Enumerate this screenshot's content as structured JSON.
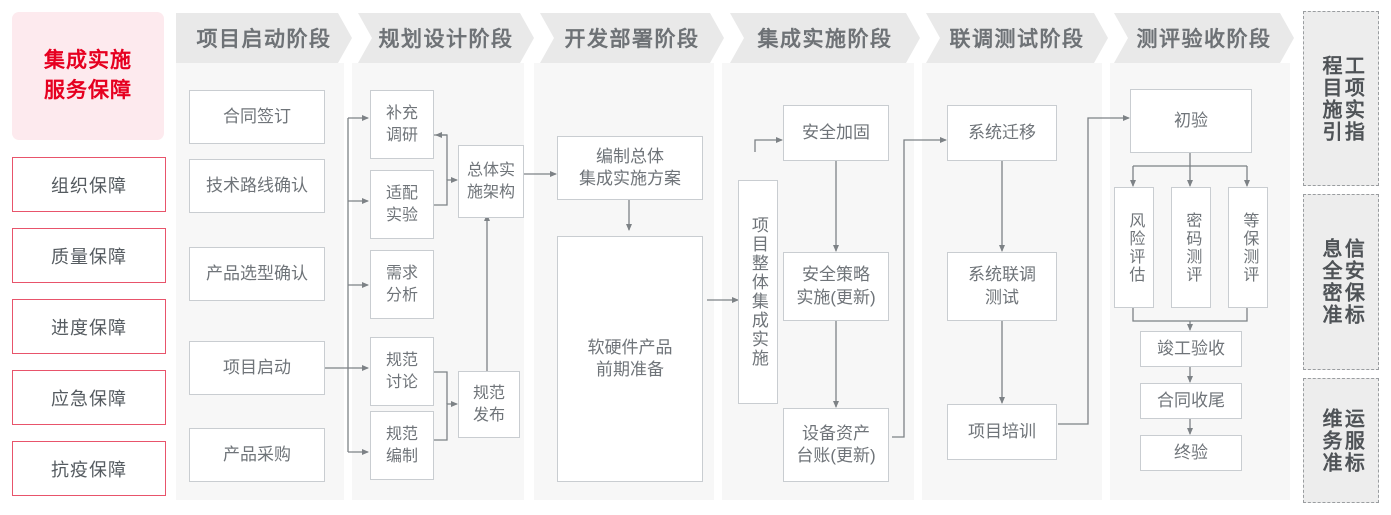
{
  "colors": {
    "brand_red": "#e60020",
    "brand_bg": "#fdeaee",
    "guar_border": "#e8546b",
    "panel_bg": "#f7f7f7",
    "chevron_bg": "#e9e9e9",
    "node_border": "#c9cdd1",
    "text_gray": "#6f7479",
    "link_gray": "#808589"
  },
  "sidebar_left": {
    "brand": {
      "line1": "集成实施",
      "line2": "服务保障"
    },
    "items": [
      {
        "label": "组织保障"
      },
      {
        "label": "质量保障"
      },
      {
        "label": "进度保障"
      },
      {
        "label": "应急保障"
      },
      {
        "label": "抗疫保障"
      }
    ]
  },
  "phases": [
    {
      "title": "项目启动阶段"
    },
    {
      "title": "规划设计阶段"
    },
    {
      "title": "开发部署阶段"
    },
    {
      "title": "集成实施阶段"
    },
    {
      "title": "联调测试阶段"
    },
    {
      "title": "测评验收阶段"
    }
  ],
  "nodes": {
    "p1": [
      {
        "label": "合同签订"
      },
      {
        "label": "技术路线确认"
      },
      {
        "label": "产品选型确认"
      },
      {
        "label": "项目启动"
      },
      {
        "label": "产品采购"
      }
    ],
    "p2": [
      {
        "label": "补充\n调研"
      },
      {
        "label": "适配\n实验"
      },
      {
        "label": "需求\n分析"
      },
      {
        "label": "规范\n讨论"
      },
      {
        "label": "规范\n编制"
      },
      {
        "label": "总体实\n施架构"
      },
      {
        "label": "规范\n发布"
      }
    ],
    "p3": [
      {
        "label": "编制总体\n集成实施方案"
      },
      {
        "label": "软硬件产品\n前期准备"
      }
    ],
    "p4": [
      {
        "label": "项目整体集成实施"
      },
      {
        "label": "安全加固"
      },
      {
        "label": "安全策略\n实施(更新)"
      },
      {
        "label": "设备资产\n台账(更新)"
      }
    ],
    "p5": [
      {
        "label": "系统迁移"
      },
      {
        "label": "系统联调\n测试"
      },
      {
        "label": "项目培训"
      }
    ],
    "p6": [
      {
        "label": "初验"
      },
      {
        "label": "风险评估"
      },
      {
        "label": "密码测评"
      },
      {
        "label": "等保测评"
      },
      {
        "label": "竣工验收"
      },
      {
        "label": "合同收尾"
      },
      {
        "label": "终验"
      }
    ]
  },
  "sidebar_right": [
    {
      "col_right": "程目施引",
      "col_left": "工项实指",
      "full": "工程项目实施指引"
    },
    {
      "col_right": "息全密准",
      "col_left": "信安保标",
      "full": "信息安全保密标准"
    },
    {
      "col_right": "维务准",
      "col_left": "运服标",
      "full": "运维服务标准"
    }
  ]
}
